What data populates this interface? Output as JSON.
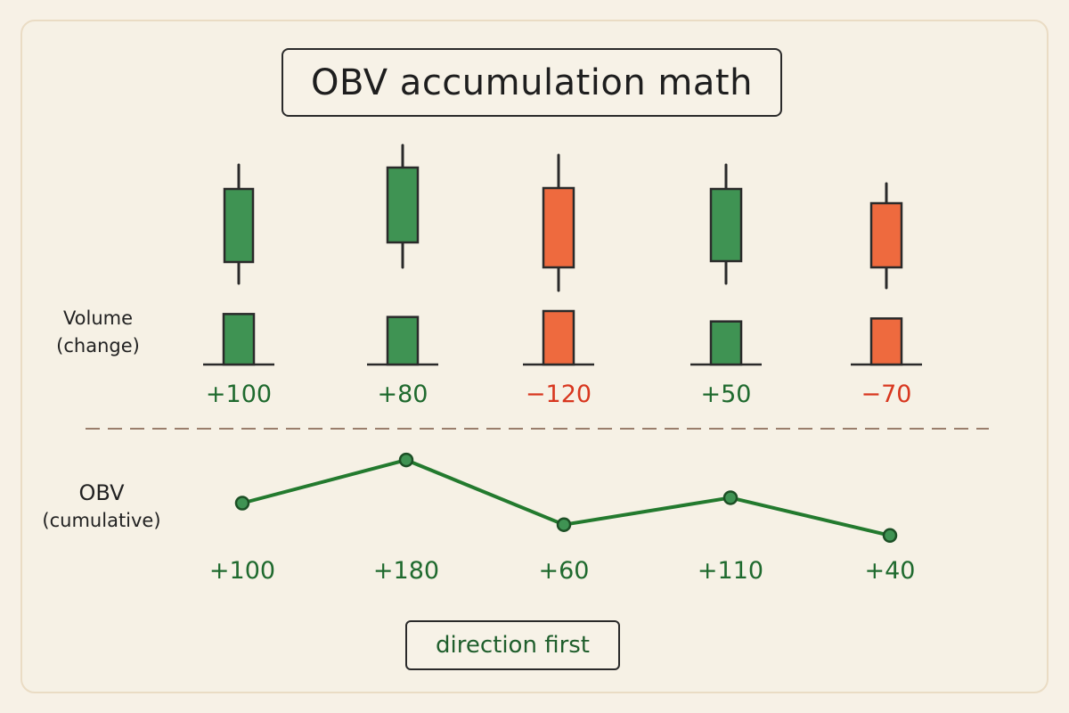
{
  "title": "OBV accumulation math",
  "labels": {
    "volume_line1": "Volume",
    "volume_line2": "(change)",
    "obv_line1": "OBV",
    "obv_line2": "(cumulative)"
  },
  "footer": "direction first",
  "colors": {
    "up": "#3f9353",
    "down": "#ee6a3e",
    "up_text": "#1f6a2e",
    "down_text": "#d8371f",
    "obv_line": "#237a2e",
    "outline": "#2a2a2a"
  },
  "chart_data": {
    "type": "line",
    "candles": [
      {
        "direction": "up"
      },
      {
        "direction": "up"
      },
      {
        "direction": "down"
      },
      {
        "direction": "up"
      },
      {
        "direction": "down"
      }
    ],
    "volume_change": [
      100,
      80,
      -120,
      50,
      -70
    ],
    "volume_change_labels": [
      "+100",
      "+80",
      "−120",
      "+50",
      "−70"
    ],
    "obv_values": [
      100,
      180,
      60,
      110,
      40
    ],
    "obv_labels": [
      "+100",
      "+180",
      "+60",
      "+110",
      "+40"
    ]
  }
}
